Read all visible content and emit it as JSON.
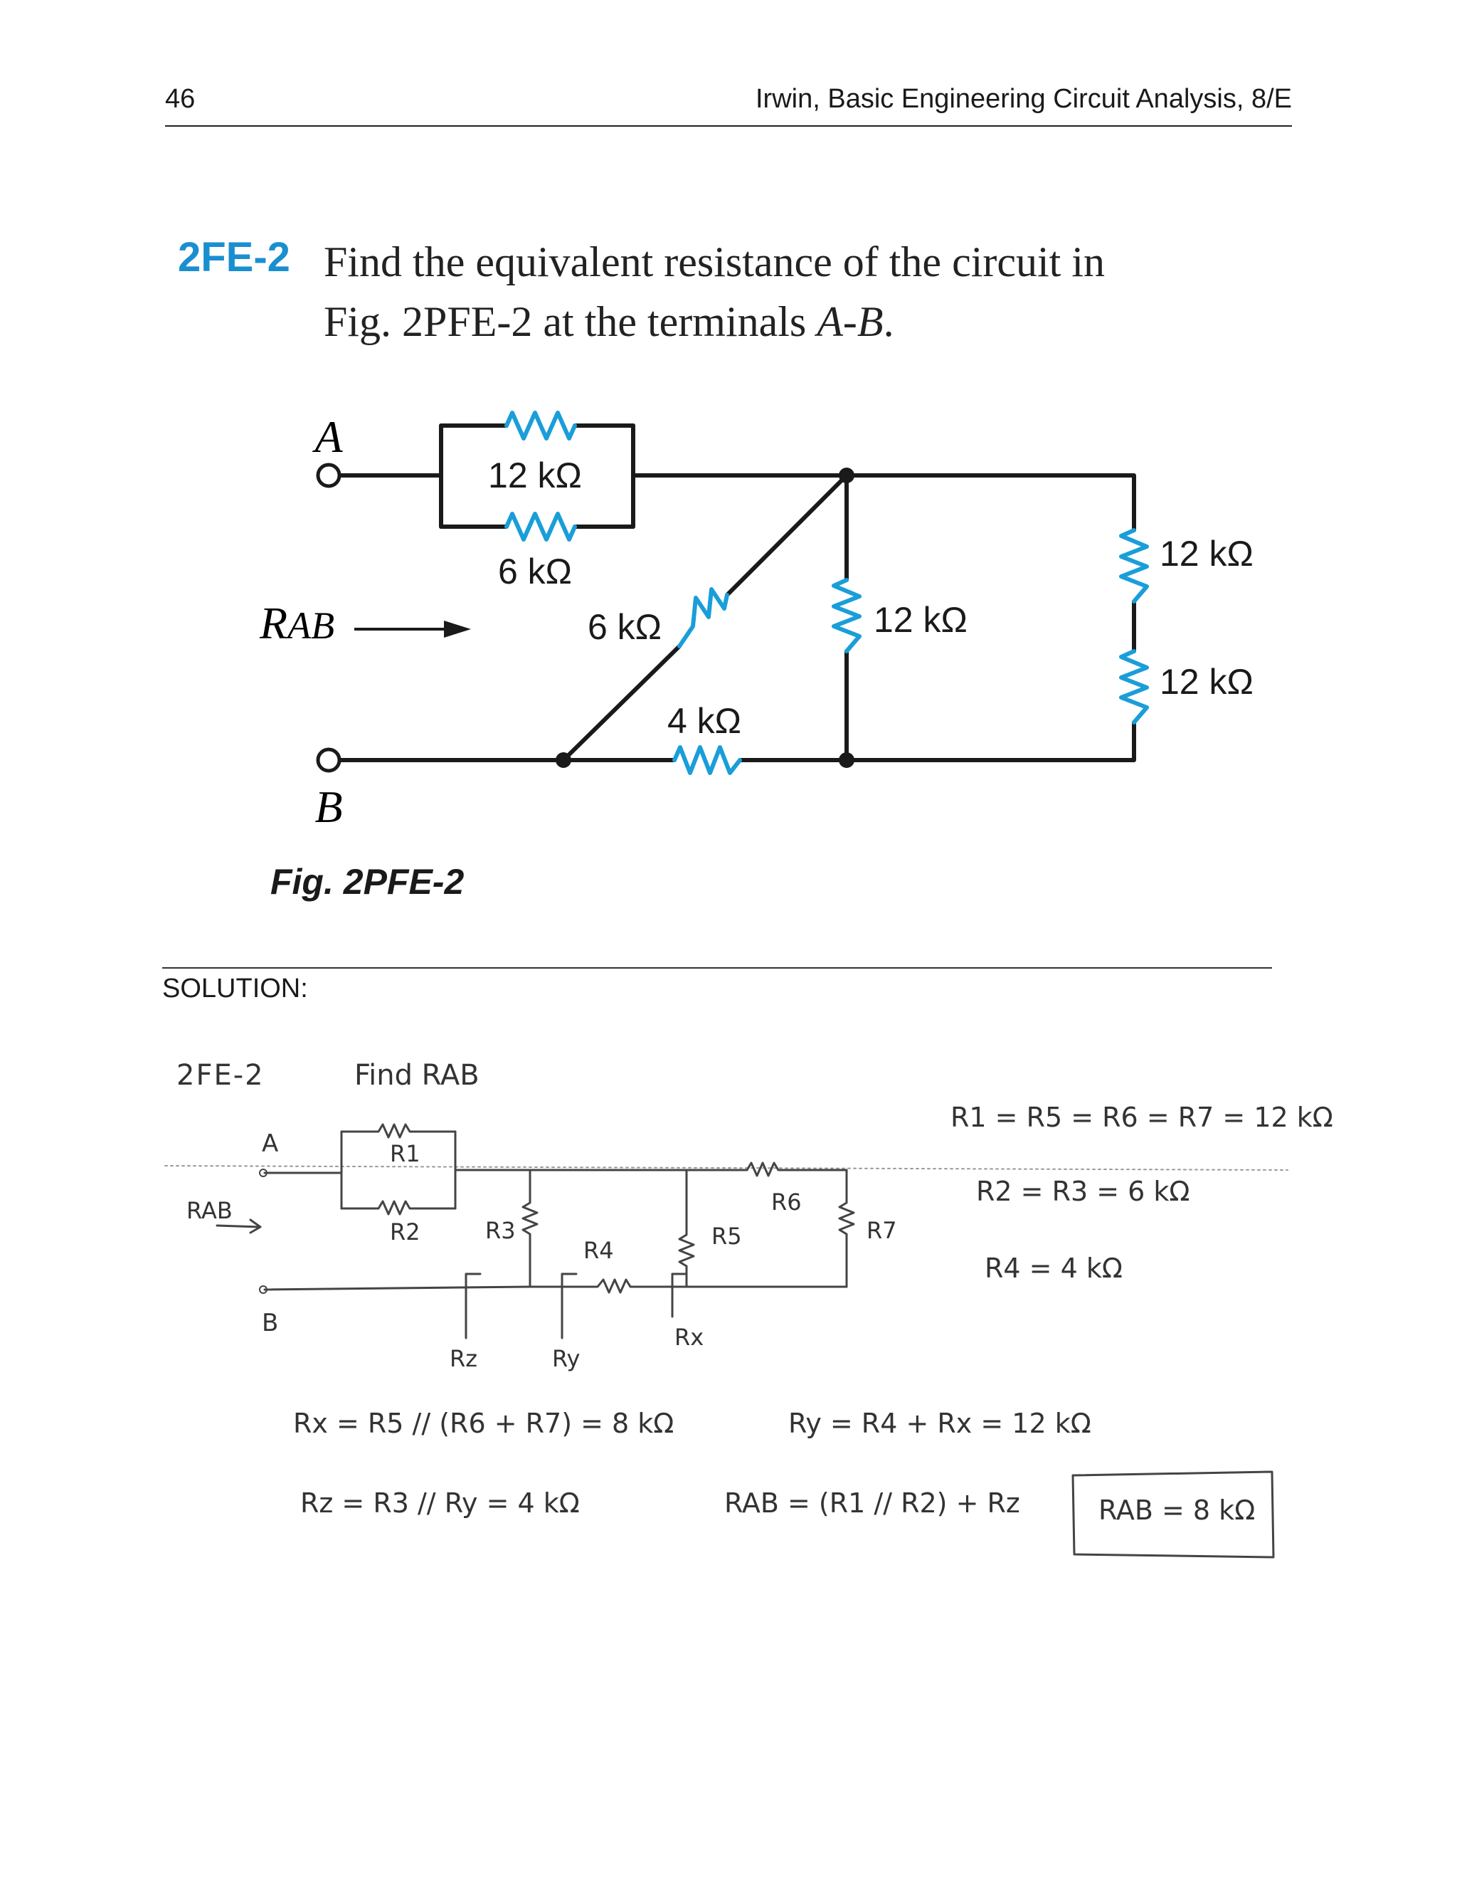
{
  "header": {
    "page_number": "46",
    "book_title": "Irwin, Basic Engineering Circuit Analysis, 8/E"
  },
  "problem": {
    "id": "2FE-2",
    "text_line1": "Find the equivalent resistance of the circuit in",
    "text_line2_prefix": "Fig. 2PFE-2 at the terminals ",
    "terminals": "A-B",
    "text_line2_suffix": "."
  },
  "figure": {
    "caption": "Fig. 2PFE-2",
    "terminal_a": "A",
    "terminal_b": "B",
    "rab_r": "R",
    "rab_sub": "AB",
    "labels": {
      "r_top": "12 kΩ",
      "r_parallel": "6 kΩ",
      "r_diagonal": "6 kΩ",
      "r_bottom": "4 kΩ",
      "r_vertical": "12 kΩ",
      "r_right_top": "12 kΩ",
      "r_right_bottom": "12 kΩ"
    },
    "colors": {
      "resistor": "#1a9ed9",
      "wire": "#1a1a1a"
    }
  },
  "solution": {
    "label": "SOLUTION:",
    "heading_id": "2FE-2",
    "heading_text": "Find RAB",
    "sketch": {
      "a": "A",
      "b": "B",
      "rab": "RAB",
      "r1": "R1",
      "r2": "R2",
      "r3": "R3",
      "r4": "R4",
      "r5": "R5",
      "r6": "R6",
      "r7": "R7",
      "rz": "Rz",
      "ry": "Ry",
      "rx": "Rx"
    },
    "given_1": "R1 = R5 = R6 = R7 = 12 kΩ",
    "given_2": "R2 = R3 = 6 kΩ",
    "given_3": "R4 = 4 kΩ",
    "eq_rx": "Rx = R5 // (R6 + R7) = 8 kΩ",
    "eq_ry": "Ry = R4 + Rx = 12 kΩ",
    "eq_rz": "Rz = R3 // Ry = 4 kΩ",
    "eq_rab": "RAB = (R1 // R2) + Rz",
    "answer": "RAB = 8 kΩ"
  }
}
